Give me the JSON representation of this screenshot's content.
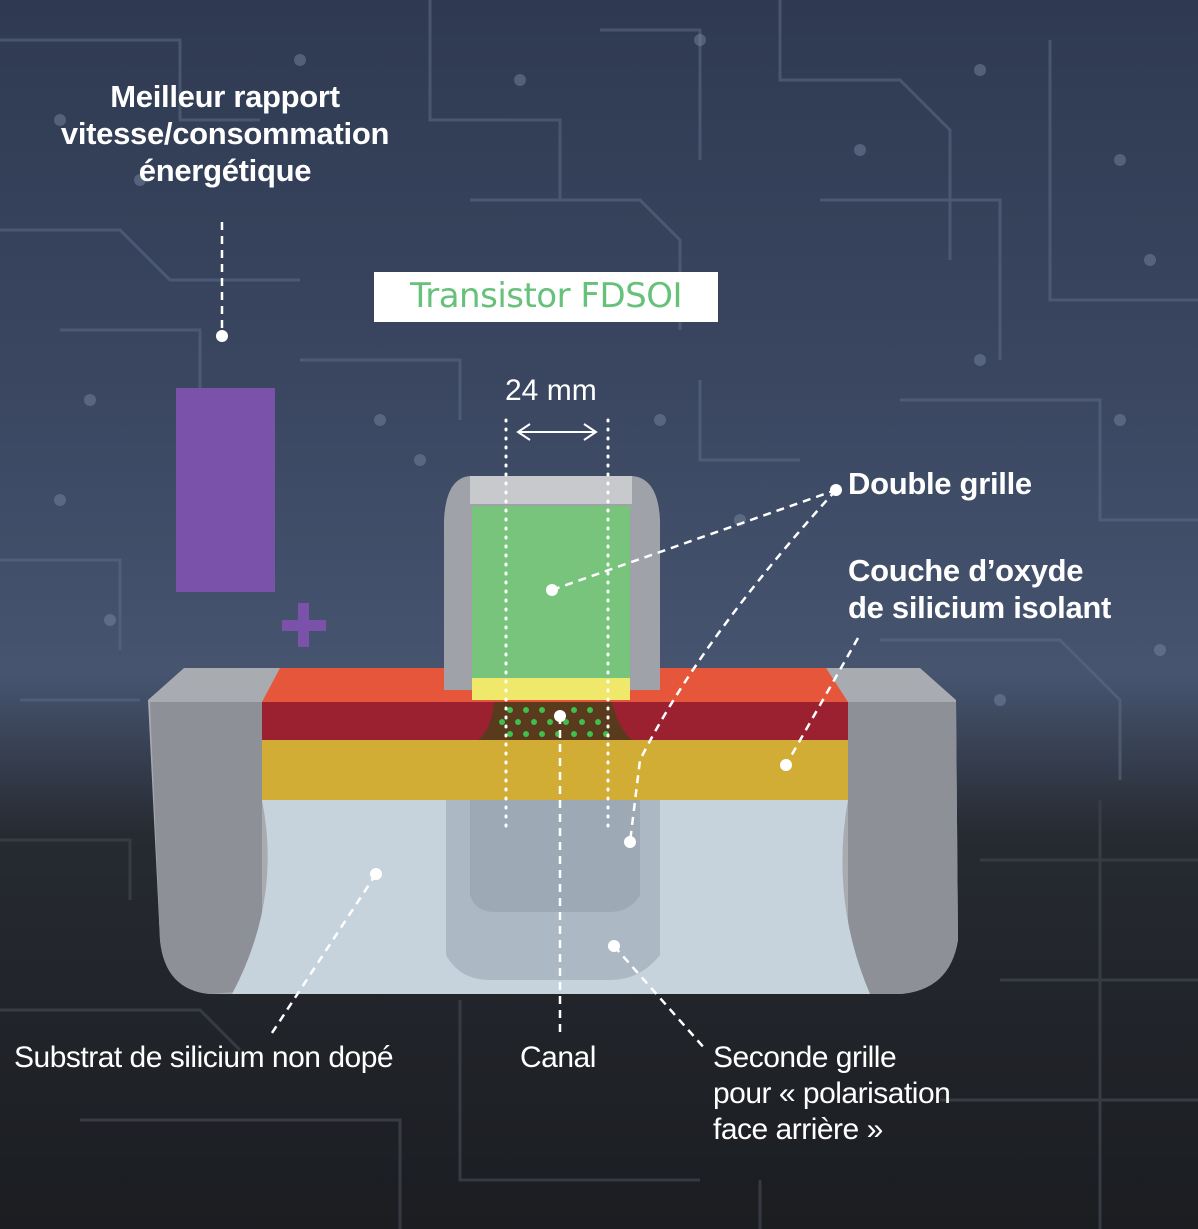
{
  "title": "Transistor FDSOI",
  "dimension": "24 mm",
  "annotations": {
    "top_left": [
      "Meilleur rapport",
      "vitesse/consommation",
      "énergétique"
    ],
    "double_grille": "Double grille",
    "couche": [
      "Couche d’oxyde",
      "de silicium isolant"
    ],
    "substrat": "Substrat de silicium non dopé",
    "canal": "Canal",
    "seconde_grille": [
      "Seconde grille",
      "pour « polarisation",
      "face arrière »"
    ]
  },
  "colors": {
    "title_text": "#66c17a",
    "gate": "#79c47c",
    "gate_base": "#efe86a",
    "orange_layer": "#e6563a",
    "red_layer": "#9b2030",
    "oxide_layer": "#d2ad36",
    "substrate": "#c6d2dc",
    "body_grey": "#a8abb0",
    "purple_bar": "#7a52aa",
    "channel_dots": "#3fbf4c"
  },
  "icons": [
    "plus-icon"
  ]
}
